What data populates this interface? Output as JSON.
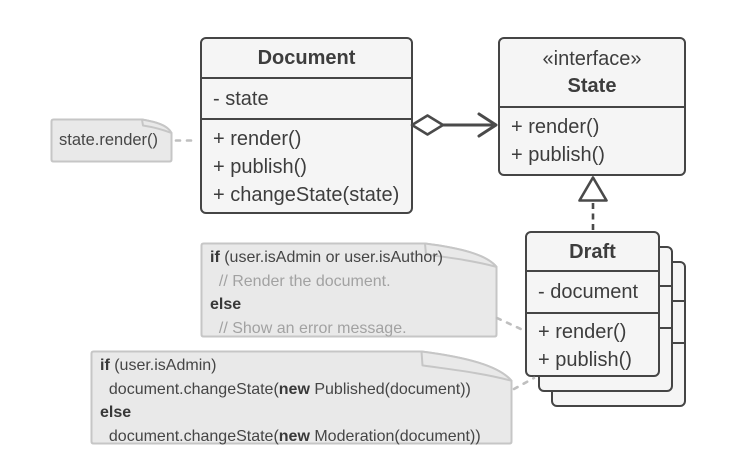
{
  "diagram": {
    "document_class": {
      "title": "Document",
      "attributes": [
        "- state"
      ],
      "methods": [
        "+ render()",
        "+ publish()",
        "+ changeState(state)"
      ]
    },
    "state_interface": {
      "stereotype": "«interface»",
      "title": "State",
      "methods": [
        "+ render()",
        "+ publish()"
      ]
    },
    "draft_class": {
      "title": "Draft",
      "attributes": [
        "- document"
      ],
      "methods": [
        "+ render()",
        "+ publish()"
      ]
    },
    "notes": {
      "state_render": {
        "text": "state.render()"
      },
      "render_logic": {
        "lines": [
          [
            {
              "t": "if ",
              "s": "kw"
            },
            {
              "t": "(user.isAdmin or user.isAuthor)",
              "s": "code"
            }
          ],
          [
            {
              "t": "  ",
              "s": "code"
            },
            {
              "t": "// Render the document.",
              "s": "comment"
            }
          ],
          [
            {
              "t": "else",
              "s": "kw"
            }
          ],
          [
            {
              "t": "  ",
              "s": "code"
            },
            {
              "t": "// Show an error message.",
              "s": "comment"
            }
          ]
        ]
      },
      "publish_logic": {
        "lines": [
          [
            {
              "t": "if ",
              "s": "kw"
            },
            {
              "t": "(user.isAdmin)",
              "s": "code"
            }
          ],
          [
            {
              "t": "  document.changeState(",
              "s": "code"
            },
            {
              "t": "new",
              "s": "kw"
            },
            {
              "t": " Published(document))",
              "s": "code"
            }
          ],
          [
            {
              "t": "else",
              "s": "kw"
            }
          ],
          [
            {
              "t": "  document.changeState(",
              "s": "code"
            },
            {
              "t": "new",
              "s": "kw"
            },
            {
              "t": " Moderation(document))",
              "s": "code"
            }
          ]
        ]
      }
    },
    "colors": {
      "box_fill": "#f5f5f5",
      "box_border": "#454545",
      "note_fill": "#e9e9e9",
      "note_border": "#c6c6c6",
      "text": "#3d3d3d",
      "comment": "#a2a2a2",
      "connector": "#bfbfbf",
      "arrow": "#4a4a4a"
    }
  }
}
